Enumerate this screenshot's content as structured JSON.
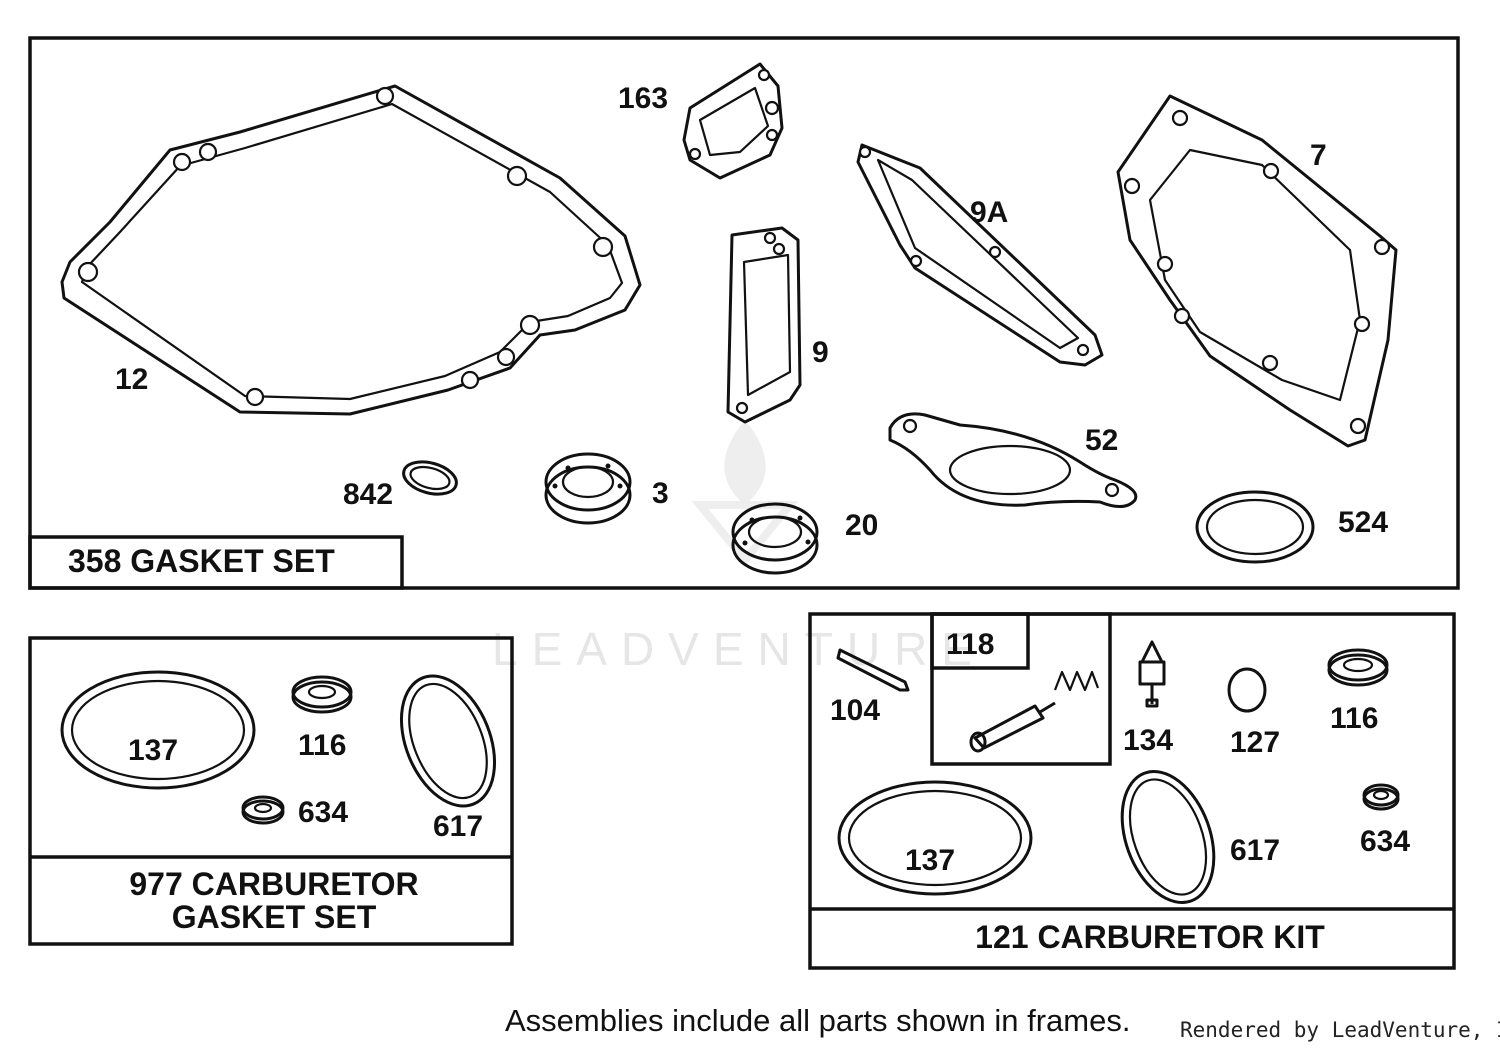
{
  "watermark": "LEADVENTURE",
  "frames": {
    "gasket_set": "358 GASKET SET",
    "carb_gasket_set_line1": "977 CARBURETOR",
    "carb_gasket_set_line2": "GASKET SET",
    "carb_kit": "121 CARBURETOR KIT",
    "sub_frame": "118"
  },
  "parts": {
    "p12": "12",
    "p163": "163",
    "p9": "9",
    "p9a": "9A",
    "p7": "7",
    "p52": "52",
    "p842": "842",
    "p3": "3",
    "p20": "20",
    "p524": "524",
    "cg_137": "137",
    "cg_116": "116",
    "cg_634": "634",
    "cg_617": "617",
    "ck_104": "104",
    "ck_134": "134",
    "ck_127": "127",
    "ck_116": "116",
    "ck_137": "137",
    "ck_617": "617",
    "ck_634": "634"
  },
  "footer": {
    "note": "Assemblies include all parts shown in frames.",
    "rendered": "Rendered by LeadVenture, Inc."
  }
}
